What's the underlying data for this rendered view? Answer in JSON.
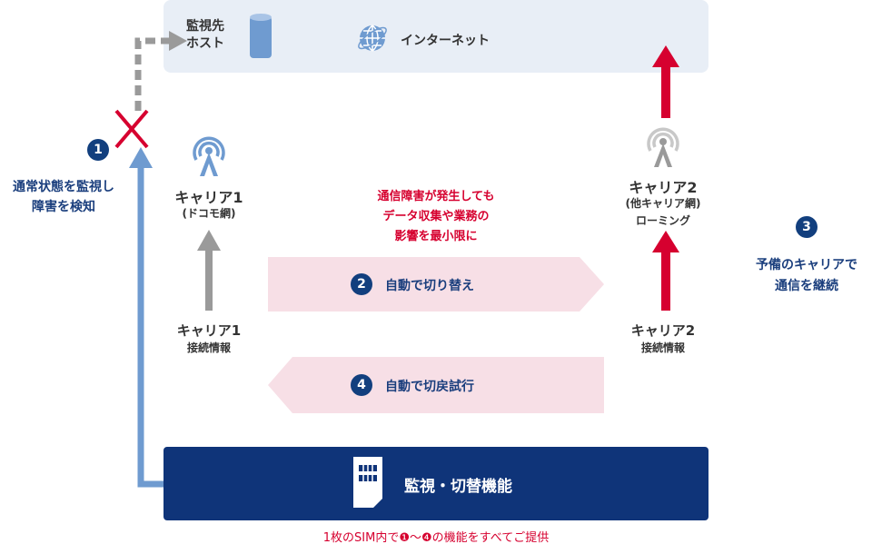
{
  "top": {
    "monitor_host": [
      "監視先",
      "ホスト"
    ],
    "internet": "インターネット"
  },
  "carrier1": {
    "name": "キャリア1",
    "network": "(ドコモ網)",
    "info_title": "キャリア1",
    "info_sub": "接続情報"
  },
  "carrier2": {
    "name": "キャリア2",
    "network": "(他キャリア網)",
    "roaming": "ローミング",
    "info_title": "キャリア2",
    "info_sub": "接続情報"
  },
  "steps": [
    {
      "num": "1",
      "text": [
        "通常状態を監視し",
        "障害を検知"
      ]
    },
    {
      "num": "2",
      "text": "自動で切り替え"
    },
    {
      "num": "3",
      "text": [
        "予備のキャリアで",
        "通信を継続"
      ]
    },
    {
      "num": "4",
      "text": "自動で切戻試行"
    }
  ],
  "note": [
    "通信障害が発生しても",
    "データ収集や業務の",
    "影響を最小限に"
  ],
  "sim": {
    "label": "監視・切替機能"
  },
  "footer": "1枚のSIM内で❶〜❹の機能をすべてご提供",
  "colors": {
    "navy": "#0f3479",
    "red": "#d6002f",
    "blue": "#6f9bd0",
    "gray": "#999999",
    "panel": "#e8eef6",
    "pink": "#f7dfe6"
  }
}
